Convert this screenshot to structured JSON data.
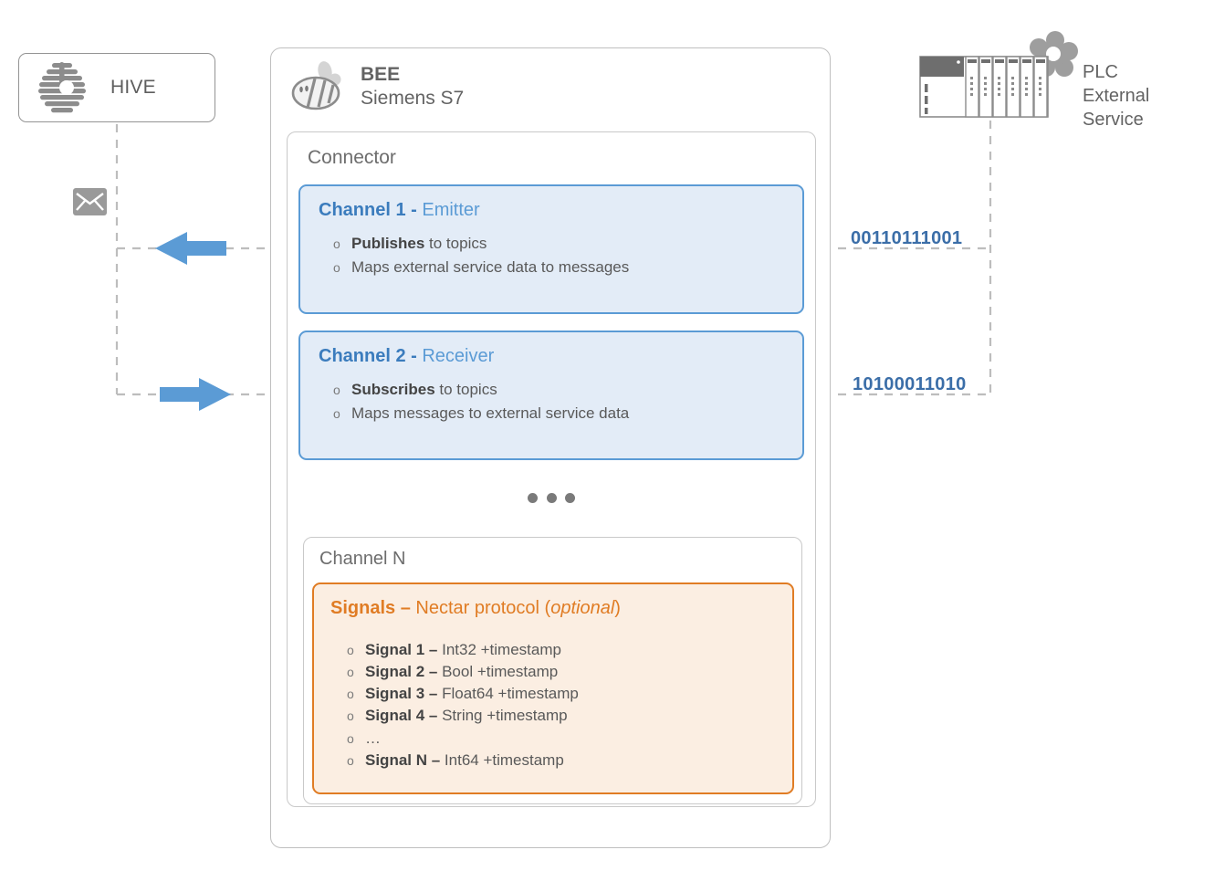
{
  "hive": {
    "label": "HIVE",
    "icon": "beehive-icon"
  },
  "envelope": {
    "icon": "envelope-message-icon"
  },
  "bee": {
    "icon": "bee-icon",
    "title": "BEE",
    "subtitle": "Siemens S7"
  },
  "connector": {
    "label": "Connector"
  },
  "channels": [
    {
      "name": "Channel 1",
      "separator": " - ",
      "role": "Emitter",
      "bullets": [
        {
          "bold": "Publishes",
          "rest": " to topics"
        },
        {
          "bold": "",
          "rest": "Maps external service data to messages"
        }
      ]
    },
    {
      "name": "Channel 2",
      "separator": " - ",
      "role": "Receiver",
      "bullets": [
        {
          "bold": "Subscribes",
          "rest": " to topics"
        },
        {
          "bold": "",
          "rest": "Maps messages to external service data"
        }
      ]
    }
  ],
  "ellipsis": "...",
  "channel_n": {
    "label": "Channel N",
    "signals_title": {
      "bold": "Signals – ",
      "normal": "Nectar protocol (",
      "italic": "optional",
      "tail": ")"
    },
    "signals": [
      {
        "bold": "Signal 1 – ",
        "rest": "Int32 +timestamp"
      },
      {
        "bold": "Signal 2 – ",
        "rest": "Bool +timestamp"
      },
      {
        "bold": "Signal 3 – ",
        "rest": "Float64 +timestamp"
      },
      {
        "bold": "Signal 4 – ",
        "rest": "String +timestamp"
      },
      {
        "bold": "",
        "rest": "…"
      },
      {
        "bold": "Signal N – ",
        "rest": "Int64 +timestamp"
      }
    ]
  },
  "plc": {
    "icon": "plc-rack-icon",
    "gear_icon": "flower-gear-icon",
    "name": "PLC",
    "subtitle": "External Service"
  },
  "binary_labels": [
    "00110111001",
    "10100011010"
  ],
  "arrows": [
    {
      "name": "arrow-to-hive",
      "direction": "left"
    },
    {
      "name": "arrow-to-bee",
      "direction": "right"
    }
  ],
  "colors": {
    "channel_blue_border": "#5b9bd5",
    "channel_blue_fill": "#e3ecf7",
    "channel_title_bold": "#3b7cbd",
    "signals_orange_border": "#e07c24",
    "signals_orange_fill": "#fbeee2",
    "binary_text": "#3b6ea8",
    "gray_text": "#636363",
    "arrow_blue": "#5b9bd5",
    "dashed_gray": "#bdbdbd"
  }
}
